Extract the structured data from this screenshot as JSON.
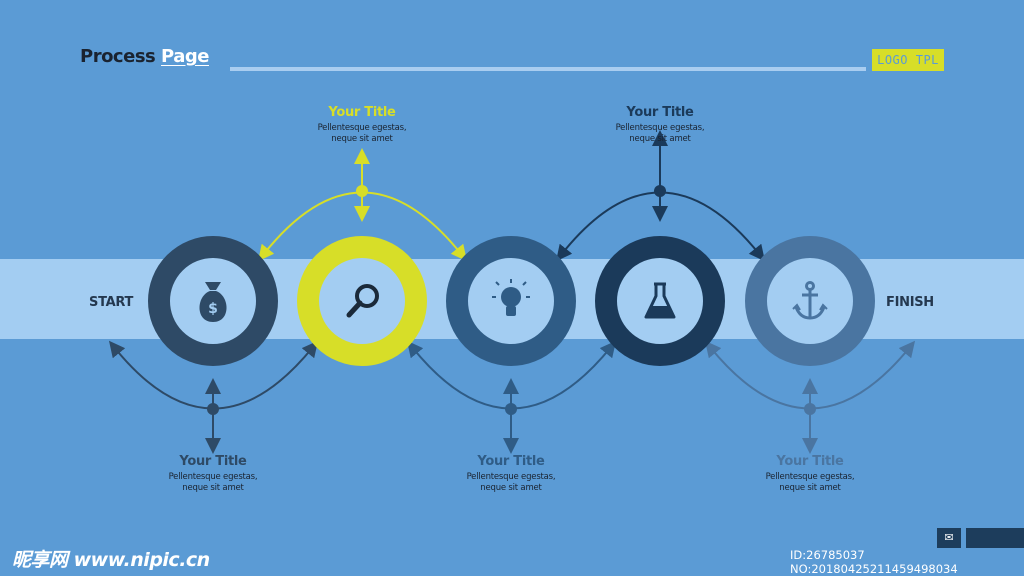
{
  "header": {
    "title_part1": "Process ",
    "title_part2": "Page",
    "logo": "LOGO TPL"
  },
  "start_label": "START",
  "finish_label": "FINISH",
  "steps": [
    {
      "icon": "money-bag-icon",
      "ring_color": "#2e4a66"
    },
    {
      "icon": "magnifier-icon",
      "ring_color": "#d7de28"
    },
    {
      "icon": "lightbulb-icon",
      "ring_color": "#2f5c86"
    },
    {
      "icon": "flask-icon",
      "ring_color": "#1b3a5a"
    },
    {
      "icon": "anchor-icon",
      "ring_color": "#4a75a1"
    }
  ],
  "callouts": [
    {
      "title": "Your Title",
      "line1": "Pellentesque egestas,",
      "line2": "neque sit amet",
      "color": "#2e4a66"
    },
    {
      "title": "Your Title",
      "line1": "Pellentesque egestas,",
      "line2": "neque sit amet",
      "color": "#d7de28"
    },
    {
      "title": "Your Title",
      "line1": "Pellentesque egestas,",
      "line2": "neque sit amet",
      "color": "#2f5c86"
    },
    {
      "title": "Your Title",
      "line1": "Pellentesque egestas,",
      "line2": "neque sit amet",
      "color": "#1b3a5a"
    },
    {
      "title": "Your Title",
      "line1": "Pellentesque egestas,",
      "line2": "neque sit amet",
      "color": "#4a75a1"
    }
  ],
  "watermark": {
    "left": "昵享网 www.nipic.cn",
    "id": "ID:26785037 NO:20180425211459498034"
  }
}
